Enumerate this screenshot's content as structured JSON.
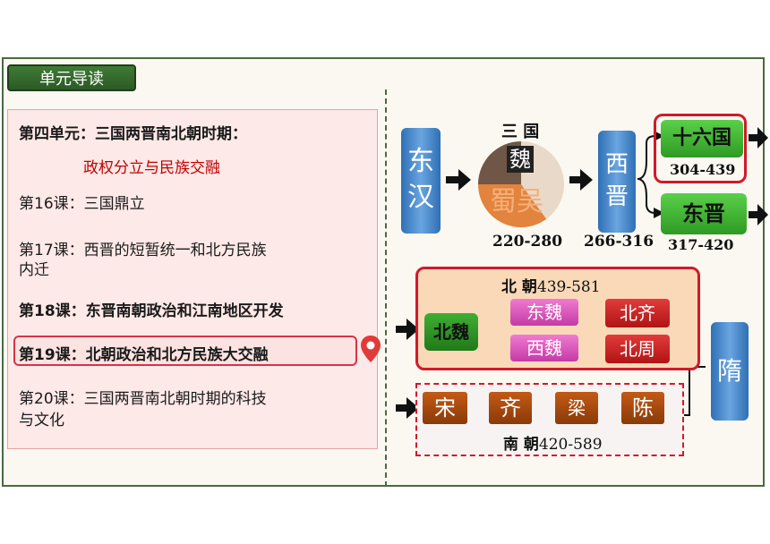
{
  "unit_tab": "单元导读",
  "left_panel": {
    "heading": "第四单元：三国两晋南北朝时期：",
    "subheading": "政权分立与民族交融",
    "lessons": [
      "第16课：三国鼎立",
      "第17课：西晋的短暂统一和北方民族",
      "内迁",
      "第18课：东晋南朝政治和江南地区开发",
      "第19课：北朝政治和北方民族大交融",
      "第20课：三国两晋南北朝时期的科技",
      "与文化"
    ]
  },
  "timeline": {
    "donghan": "东汉",
    "sanguo_label": "三 国",
    "wei": "魏",
    "shu_wu": "蜀吴",
    "sanguo_years": "220-280",
    "xijin": "西晋",
    "xijin_years": "266-316",
    "shiliuguo": "十六国",
    "shiliuguo_years": "304-439",
    "dongjin": "东晋",
    "dongjin_years": "317-420",
    "beichao_label": "北  朝",
    "beichao_years": "439-581",
    "beiwei": "北魏",
    "dongwei": "东魏",
    "xiwei": "西魏",
    "beiqi": "北齐",
    "beizhou": "北周",
    "song": "宋",
    "qi": "齐",
    "liang": "梁",
    "chen": "陈",
    "nanchao_label": "南  朝",
    "nanchao_years": "420-589",
    "sui": "隋"
  },
  "colors": {
    "frame": "#4a6a40",
    "tab_green": "#2c5a25",
    "panel_pink": "#fde9e7",
    "highlight_red": "#d6344a",
    "blue": "#2f6fb5",
    "green": "#3fae33",
    "red": "#c01818",
    "magenta": "#d84cb8",
    "brown": "#a64a10"
  },
  "icons": [
    "location-pin-icon",
    "arrow-right-icon"
  ]
}
